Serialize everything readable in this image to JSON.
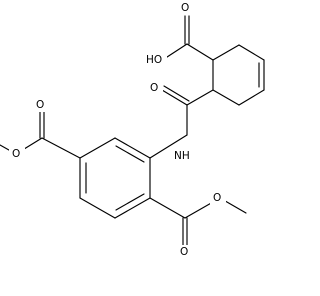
{
  "molecule": {
    "type": "skeletal-formula",
    "labels": {
      "carboxylic_acid_oh": "HO",
      "acid_carbonyl_o": "O",
      "amide_o": "O",
      "amide_nh": "NH",
      "ester_a_carbonyl_o": "O",
      "ester_a_alkoxy_o": "O",
      "ester_b_carbonyl_o": "O",
      "ester_b_alkoxy_o": "O"
    }
  }
}
